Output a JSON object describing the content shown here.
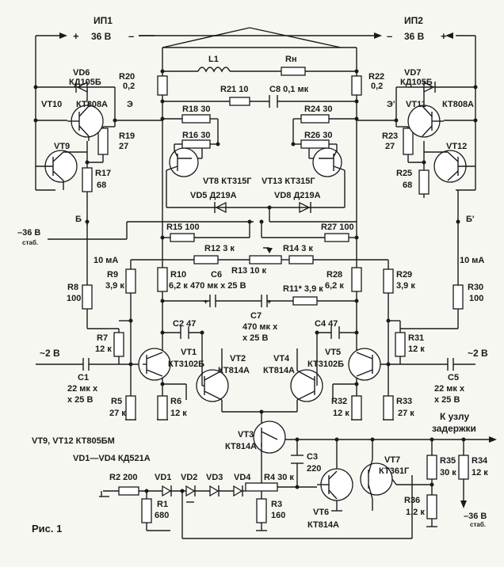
{
  "figure": {
    "label": "Рис. 1"
  },
  "supplies": {
    "ip1": {
      "name": "ИП1",
      "voltage": "36 В",
      "plus": "+",
      "minus": "–"
    },
    "ip2": {
      "name": "ИП2",
      "voltage": "36 В",
      "plus": "+",
      "minus": "–"
    },
    "neg_stab_left": {
      "voltage": "–36 В",
      "note": "стаб."
    },
    "neg_stab_right": {
      "voltage": "–36 В",
      "note": "стаб."
    }
  },
  "nodes": {
    "e": "Э",
    "e2": "Э'",
    "b": "Б",
    "b2": "Б'"
  },
  "currents": {
    "left": "10 мА",
    "right": "10 мА"
  },
  "inputs": {
    "left": "~2 В",
    "right": "~2 В"
  },
  "output": {
    "line1": "К узлу",
    "line2": "задержки"
  },
  "notes": {
    "vt9_vt12": "VT9, VT12 КТ805БМ",
    "vd1_vd4": "VD1—VD4 КД521А"
  },
  "components": {
    "vd6": {
      "ref": "VD6",
      "value": "КД105Б"
    },
    "vd7": {
      "ref": "VD7",
      "value": "КД105Б"
    },
    "vt10": {
      "ref": "VT10",
      "value": "КТ808А"
    },
    "vt11": {
      "ref": "VT11",
      "value": "КТ808А"
    },
    "vt9": {
      "ref": "VT9"
    },
    "vt12": {
      "ref": "VT12"
    },
    "vt8": {
      "ref": "VT8",
      "value": "КТ315Г"
    },
    "vt13": {
      "ref": "VT13",
      "value": "КТ315Г"
    },
    "vd5": {
      "ref": "VD5",
      "value": "Д219А"
    },
    "vd8": {
      "ref": "VD8",
      "value": "Д219А"
    },
    "l1": {
      "ref": "L1"
    },
    "rn": {
      "ref": "Rн"
    },
    "r20": {
      "ref": "R20",
      "value": "0,2"
    },
    "r22": {
      "ref": "R22",
      "value": "0,2"
    },
    "r21": {
      "ref": "R21",
      "value": "10"
    },
    "c8": {
      "ref": "C8",
      "value": "0,1 мк"
    },
    "r18": {
      "ref": "R18",
      "value": "30"
    },
    "r24": {
      "ref": "R24",
      "value": "30"
    },
    "r16": {
      "ref": "R16",
      "value": "30"
    },
    "r26": {
      "ref": "R26",
      "value": "30"
    },
    "r19": {
      "ref": "R19",
      "value": "27"
    },
    "r23": {
      "ref": "R23",
      "value": "27"
    },
    "r17": {
      "ref": "R17",
      "value": "68"
    },
    "r25": {
      "ref": "R25",
      "value": "68"
    },
    "r15": {
      "ref": "R15",
      "value": "100"
    },
    "r27": {
      "ref": "R27",
      "value": "100"
    },
    "r12": {
      "ref": "R12",
      "value": "3 к"
    },
    "r14": {
      "ref": "R14",
      "value": "3 к"
    },
    "r13": {
      "ref": "R13",
      "value": "10 к"
    },
    "r8": {
      "ref": "R8",
      "value": "100"
    },
    "r30": {
      "ref": "R30",
      "value": "100"
    },
    "r9": {
      "ref": "R9",
      "value": "3,9 к"
    },
    "r29": {
      "ref": "R29",
      "value": "3,9 к"
    },
    "r10": {
      "ref": "R10",
      "value": "6,2 к"
    },
    "r28": {
      "ref": "R28",
      "value": "6,2 к"
    },
    "c6": {
      "ref": "C6",
      "value": "470 мк х 25 В"
    },
    "c7": {
      "ref": "C7",
      "value_line1": "470 мк х",
      "value_line2": "х 25 В"
    },
    "r11": {
      "ref": "R11*",
      "value": "3,9 к"
    },
    "r7": {
      "ref": "R7",
      "value": "12 к"
    },
    "r31": {
      "ref": "R31",
      "value": "12 к"
    },
    "c2": {
      "ref": "C2",
      "value": "47"
    },
    "c4": {
      "ref": "C4",
      "value": "47"
    },
    "vt1": {
      "ref": "VT1",
      "value": "КТ3102Б"
    },
    "vt5": {
      "ref": "VT5",
      "value": "КТ3102Б"
    },
    "vt2": {
      "ref": "VT2",
      "value": "КТ814А"
    },
    "vt4": {
      "ref": "VT4",
      "value": "КТ814А"
    },
    "c1": {
      "ref": "C1",
      "value_line1": "22 мк х",
      "value_line2": "х 25 В"
    },
    "c5": {
      "ref": "C5",
      "value_line1": "22 мк х",
      "value_line2": "х 25 В"
    },
    "r5": {
      "ref": "R5",
      "value": "27 к"
    },
    "r6": {
      "ref": "R6",
      "value": "12 к"
    },
    "r32": {
      "ref": "R32",
      "value": "12 к"
    },
    "r33": {
      "ref": "R33",
      "value": "27 к"
    },
    "vt3": {
      "ref": "VT3",
      "value": "КТ814А"
    },
    "c3": {
      "ref": "C3",
      "value": "220"
    },
    "vt7": {
      "ref": "VT7",
      "value": "КТ361Г"
    },
    "vt6": {
      "ref": "VT6",
      "value": "КТ814А"
    },
    "r35": {
      "ref": "R35",
      "value": "30 к"
    },
    "r34": {
      "ref": "R34",
      "value": "12 к"
    },
    "r36": {
      "ref": "R36",
      "value": "1,2 к"
    },
    "r2": {
      "ref": "R2",
      "value": "200"
    },
    "r1": {
      "ref": "R1",
      "value": "680"
    },
    "r3": {
      "ref": "R3",
      "value": "160"
    },
    "r4": {
      "ref": "R4",
      "value": "30 к"
    },
    "vd1": {
      "ref": "VD1"
    },
    "vd2": {
      "ref": "VD2"
    },
    "vd3": {
      "ref": "VD3"
    },
    "vd4": {
      "ref": "VD4"
    }
  }
}
